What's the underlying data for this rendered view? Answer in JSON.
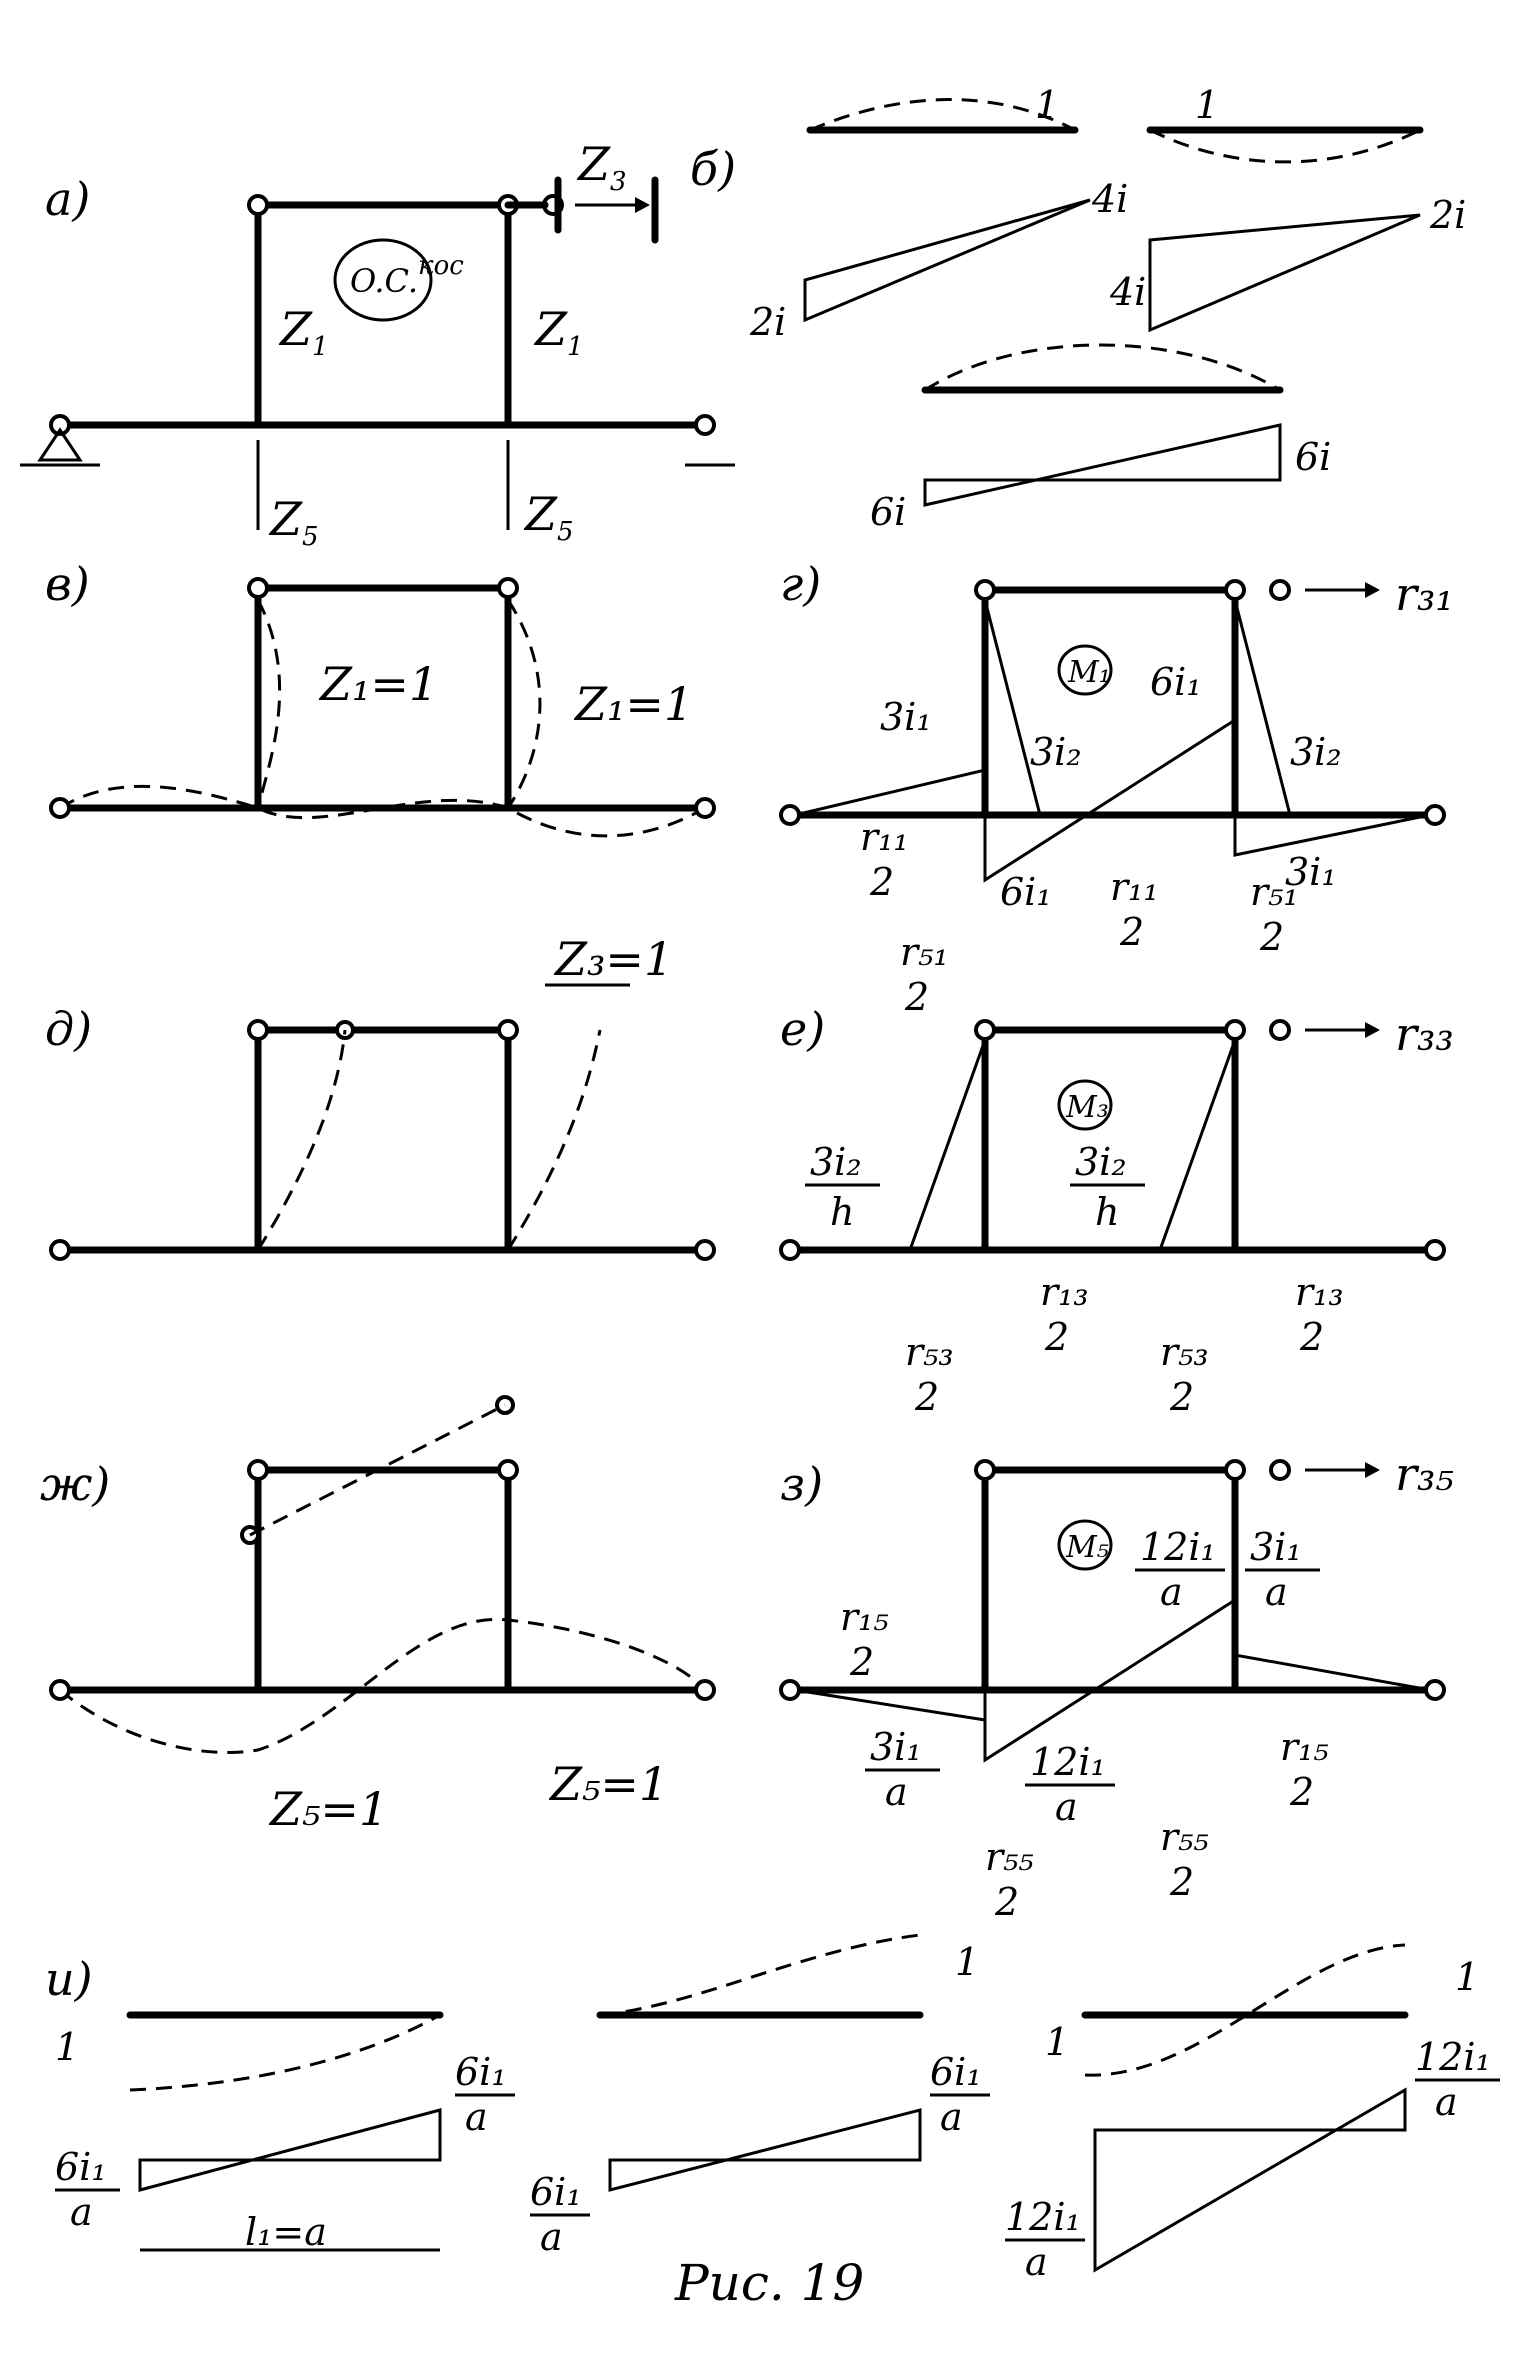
{
  "panels": {
    "a": "a)",
    "b": "б)",
    "v": "в)",
    "g": "г)",
    "d": "д)",
    "e": "е)",
    "zh": "ж)",
    "z": "з)",
    "i": "и)"
  },
  "labels": {
    "os": "O.C.",
    "os_sup": "кос",
    "Z": "Z",
    "sub1": "1",
    "sub3": "3",
    "sub5": "5",
    "z1eq": "Z₁=1",
    "z3eq": "Z₃=1",
    "z5eq": "Z₅=1",
    "one": "1",
    "i4": "4i",
    "i2": "2i",
    "i6": "6i",
    "i1_3": "3i₁",
    "i2_3": "3i₂",
    "i1_6": "6i₁",
    "i2_3h_num": "3i₂",
    "h": "h",
    "a": "a",
    "i1_12": "12i₁",
    "l1": "l₁=a",
    "r31": "r₃₁",
    "r33": "r₃₃",
    "r35": "r₃₅",
    "r11": "r₁₁",
    "r51": "r₅₁",
    "r13": "r₁₃",
    "r53": "r₅₃",
    "r15": "r₁₅",
    "r55": "r₅₅",
    "two": "2",
    "M1": "M₁",
    "M3": "M₃",
    "M5": "M₅"
  },
  "caption": "Рис. 19"
}
